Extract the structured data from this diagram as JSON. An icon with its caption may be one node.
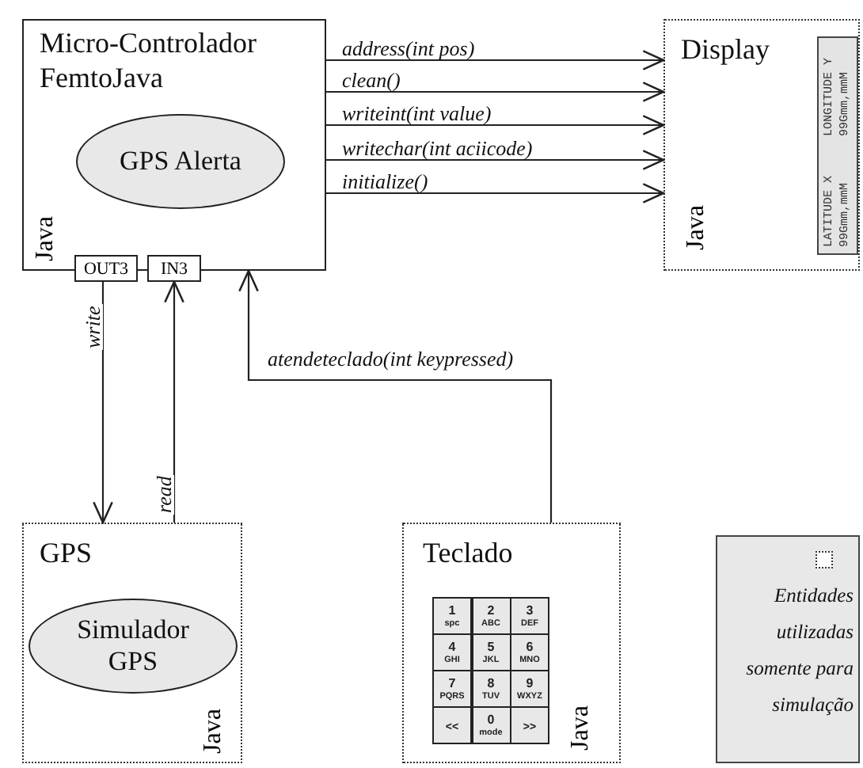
{
  "diagram": {
    "nodes": [
      {
        "text": [
          "Micro-Controlador FemtoJava",
          "Java"
        ]
      },
      {
        "text": [
          "GPS Alerta"
        ],
        "in": 0
      },
      {
        "text": [
          "OUT3"
        ]
      },
      {
        "text": [
          "IN3"
        ]
      },
      {
        "text": [
          "Display",
          "Java"
        ]
      },
      {
        "text": [
          "LATITUDE X",
          "LONGITUDE Y",
          "99Gmm,mmM",
          "99Gmm,mmM"
        ],
        "in": 4
      },
      {
        "text": [
          "GPS",
          "Java"
        ]
      },
      {
        "text": [
          "Simulador GPS"
        ],
        "in": 6
      },
      {
        "text": [
          "Teclado",
          "Java"
        ]
      }
    ],
    "edges": [
      {
        "from": 0,
        "to": 4,
        "arrow": "to",
        "label": "address(int pos)"
      },
      {
        "from": 0,
        "to": 4,
        "arrow": "to",
        "label": "clean()"
      },
      {
        "from": 0,
        "to": 4,
        "arrow": "to",
        "label": "writeint(int value)"
      },
      {
        "from": 0,
        "to": 4,
        "arrow": "to",
        "label": "writechar(int aciicode)"
      },
      {
        "from": 0,
        "to": 4,
        "arrow": "to",
        "label": "initialize()"
      },
      {
        "from": 2,
        "to": 6,
        "arrow": "to",
        "label": "write"
      },
      {
        "from": 6,
        "to": 3,
        "arrow": "to",
        "label": "read"
      },
      {
        "from": 8,
        "to": 0,
        "arrow": "to",
        "label": "atendeteclado(int keypressed)"
      }
    ],
    "labels": [
      "1",
      "spc",
      "2",
      "ABC",
      "3",
      "DEF",
      "4",
      "GHI",
      "5",
      "JKL",
      "6",
      "MNO",
      "7",
      "PQRS",
      "8",
      "TUV",
      "9",
      "WXYZ",
      "<<",
      "0",
      "mode",
      ">>"
    ],
    "legend": [
      {
        "text": "Entidades utilizadas somente para simulação"
      }
    ]
  }
}
